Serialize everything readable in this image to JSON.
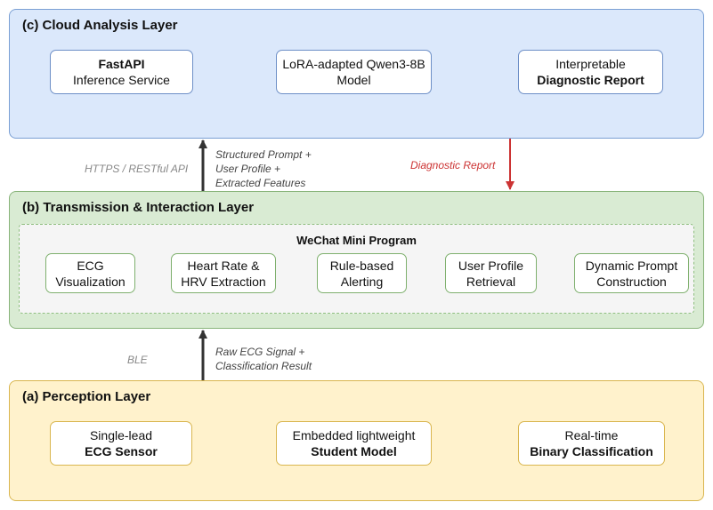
{
  "cloud_layer": {
    "title": "(c) Cloud Analysis Layer",
    "nodes": [
      {
        "line1": "FastAPI",
        "line2": "Inference Service"
      },
      {
        "line1": "LoRA-adapted Qwen3-8B",
        "line2": "Model"
      },
      {
        "line1": "Interpretable",
        "line2": "Diagnostic Report"
      }
    ]
  },
  "transmission_layer": {
    "title": "(b) Transmission & Interaction Layer",
    "container_title": "WeChat Mini Program",
    "nodes": [
      {
        "line1": "ECG",
        "line2": "Visualization"
      },
      {
        "line1": "Heart Rate &",
        "line2": "HRV Extraction"
      },
      {
        "line1": "Rule-based",
        "line2": "Alerting"
      },
      {
        "line1": "User Profile",
        "line2": "Retrieval"
      },
      {
        "line1": "Dynamic Prompt",
        "line2": "Construction"
      }
    ]
  },
  "perception_layer": {
    "title": "(a) Perception Layer",
    "nodes": [
      {
        "line1": "Single-lead",
        "line2": "ECG Sensor"
      },
      {
        "line1": "Embedded lightweight",
        "line2": "Student Model"
      },
      {
        "line1": "Real-time",
        "line2": "Binary Classification"
      }
    ]
  },
  "connections": {
    "upper_left_label": "HTTPS / RESTful API",
    "upper_payload": [
      "Structured Prompt +",
      "User Profile +",
      "Extracted Features"
    ],
    "upper_right_label": "Diagnostic Report",
    "lower_left_label": "BLE",
    "lower_payload": [
      "Raw ECG Signal +",
      "Classification Result"
    ]
  },
  "colors": {
    "cloud_fill": "#dbe8fb",
    "transmission_fill": "#d9ebd3",
    "perception_fill": "#fff2cc",
    "red_arrow": "#cc3333",
    "dark_arrow": "#333333"
  }
}
